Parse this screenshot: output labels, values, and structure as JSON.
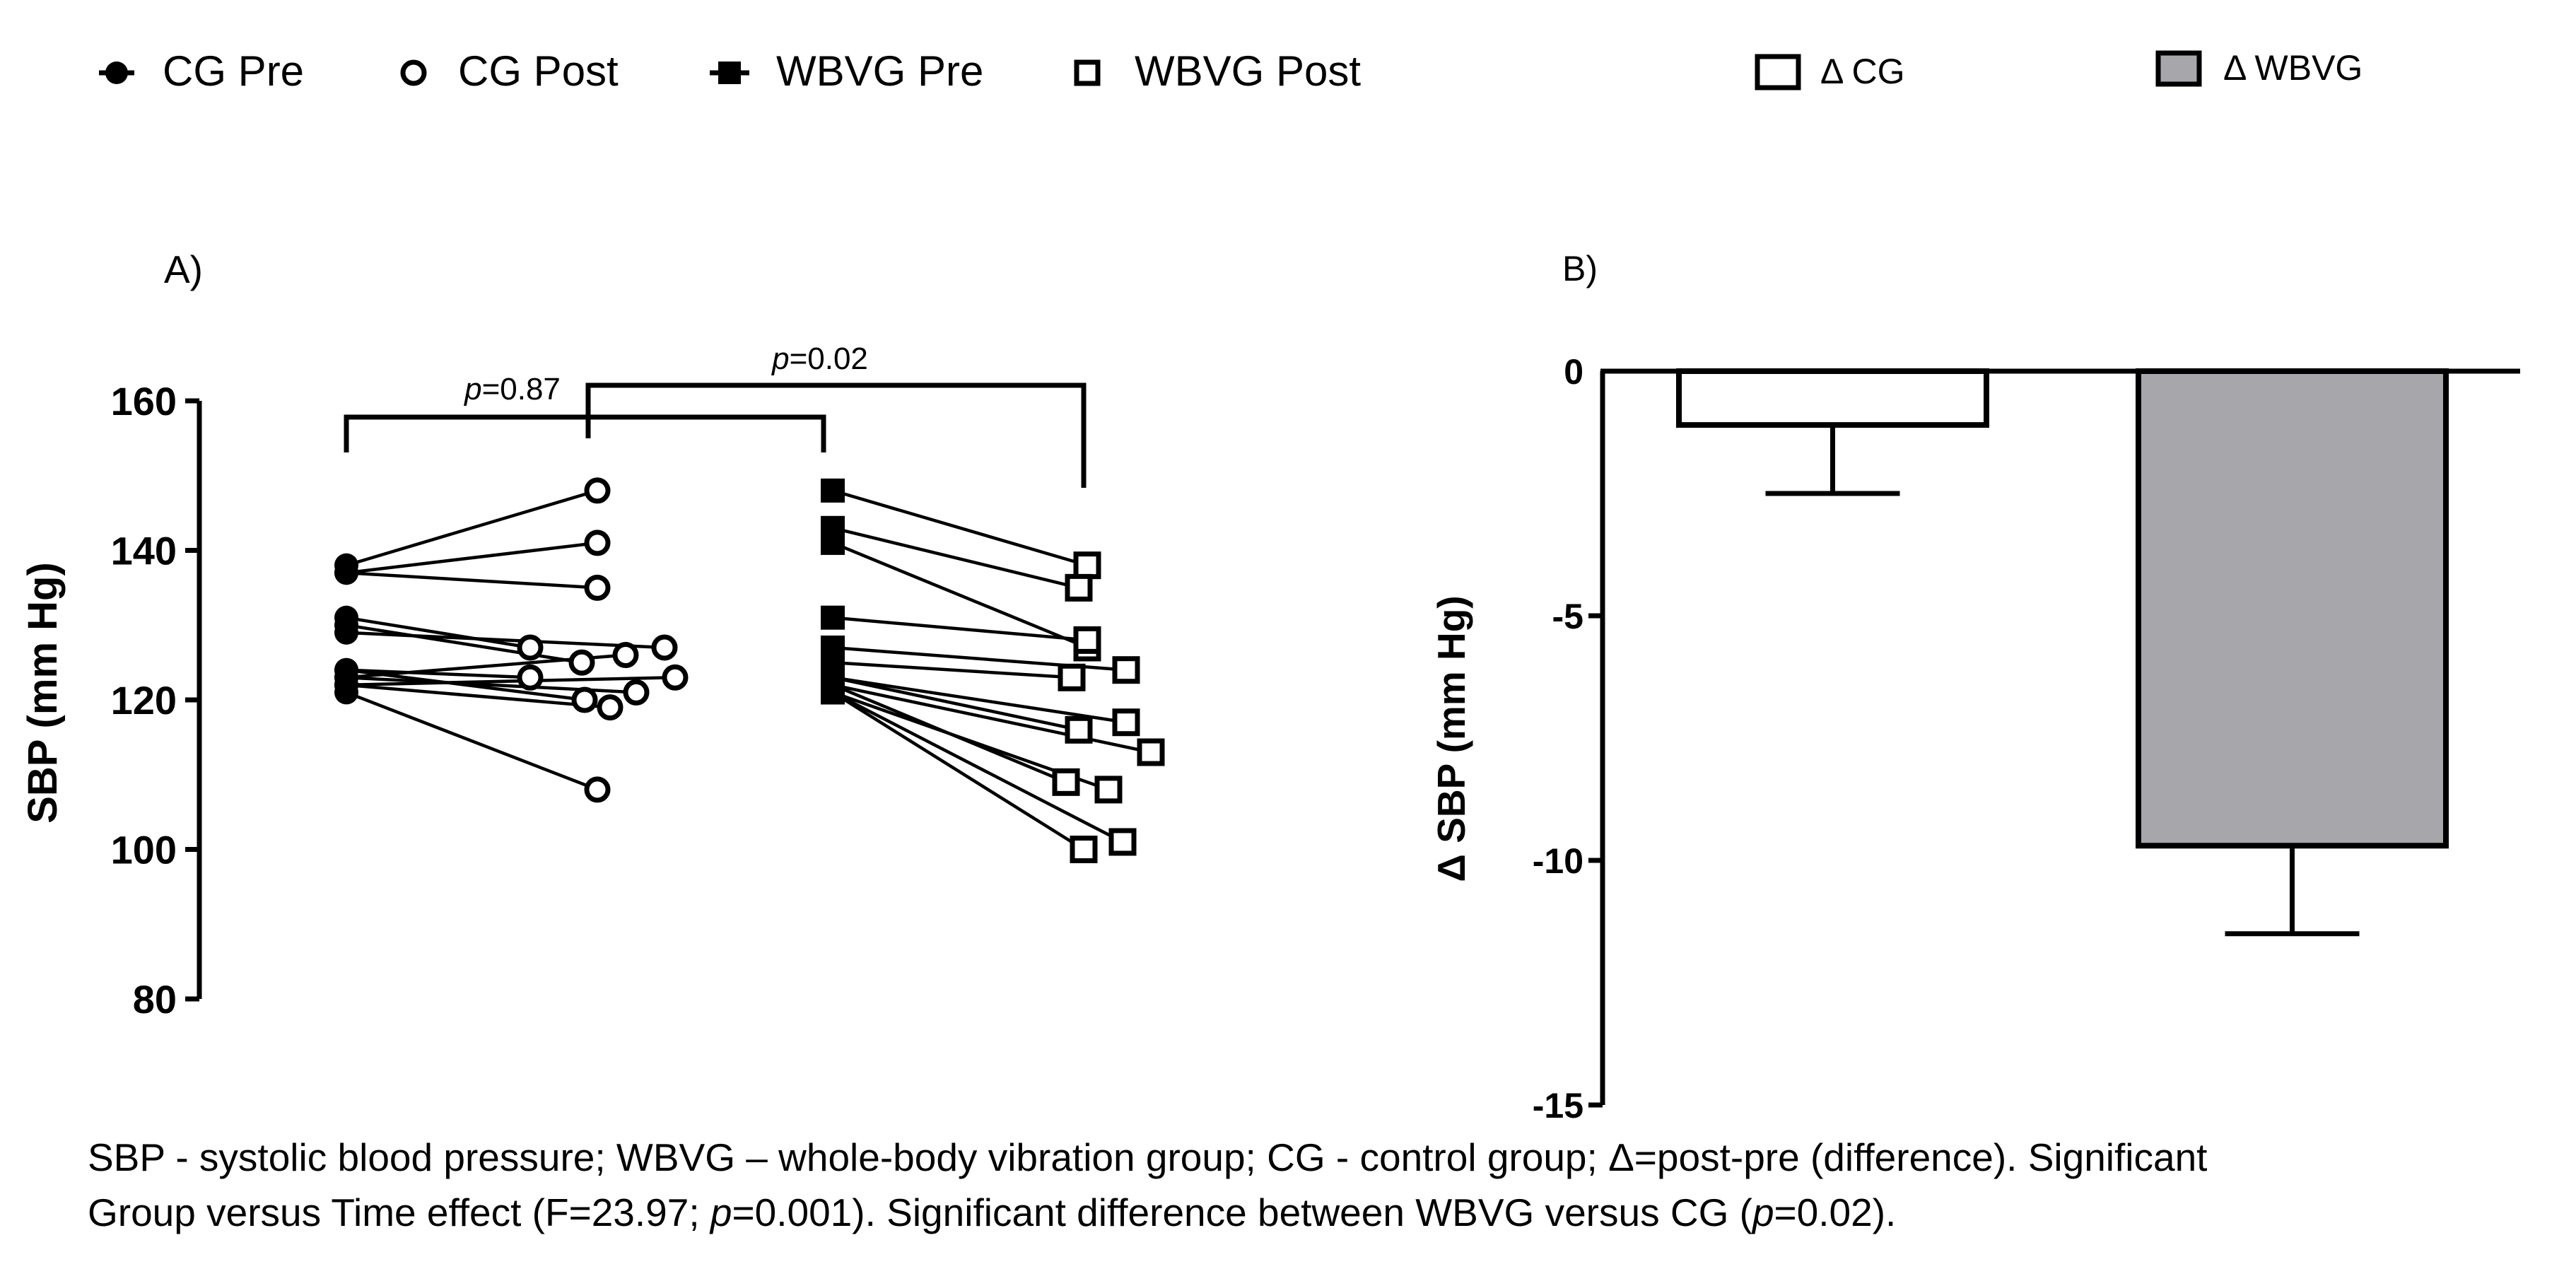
{
  "legend": [
    {
      "label": "CG Pre",
      "marker": "filled-circle-icon"
    },
    {
      "label": "CG Post",
      "marker": "open-circle-icon"
    },
    {
      "label": "WBVG Pre",
      "marker": "filled-square-icon"
    },
    {
      "label": "WBVG Post",
      "marker": "open-square-icon"
    },
    {
      "label": "Δ CG",
      "marker": "open-box-icon"
    },
    {
      "label": "Δ WBVG",
      "marker": "gray-box-icon"
    }
  ],
  "colors": {
    "ink": "#000000",
    "delta_wbvg_fill": "#a6a6ab",
    "delta_cg_fill": "#ffffff"
  },
  "caption": {
    "line1a": "SBP - systolic blood pressure; WBVG – whole-body vibration group; CG - control group; Δ=post-pre (difference). Significant",
    "line2a": "Group versus Time effect (F=23.97; ",
    "line2b": "p",
    "line2c": "=0.001). Significant difference between WBVG versus CG (",
    "line2d": "p",
    "line2e": "=0.02)."
  },
  "chart_data": [
    {
      "panel_label": "A)",
      "type": "scatter",
      "ylabel": "SBP (mm Hg)",
      "ylim": [
        80,
        160
      ],
      "yticks": [
        80,
        100,
        120,
        140,
        160
      ],
      "groups": [
        {
          "name": "CG",
          "pre_label": "CG Pre",
          "post_label": "CG Post",
          "pairs": [
            [
              138,
              148
            ],
            [
              137,
              141
            ],
            [
              137,
              135
            ],
            [
              131,
              127
            ],
            [
              130,
              125
            ],
            [
              129,
              127
            ],
            [
              124,
              123
            ],
            [
              124,
              120
            ],
            [
              123,
              126
            ],
            [
              123,
              121
            ],
            [
              122,
              119
            ],
            [
              122,
              123
            ],
            [
              121,
              108
            ]
          ]
        },
        {
          "name": "WBVG",
          "pre_label": "WBVG Pre",
          "post_label": "WBVG Post",
          "pairs": [
            [
              148,
              138
            ],
            [
              143,
              135
            ],
            [
              141,
              127
            ],
            [
              131,
              128
            ],
            [
              127,
              124
            ],
            [
              125,
              123
            ],
            [
              123,
              116
            ],
            [
              123,
              117
            ],
            [
              122,
              113
            ],
            [
              122,
              109
            ],
            [
              121,
              108
            ],
            [
              121,
              101
            ],
            [
              121,
              100
            ]
          ]
        }
      ],
      "annotations": [
        {
          "prefix": "p",
          "text": "=0.87",
          "between": [
            "CG Pre",
            "WBVG Pre"
          ]
        },
        {
          "prefix": "p",
          "text": "=0.02",
          "between": [
            "CG Post",
            "WBVG Post"
          ]
        }
      ]
    },
    {
      "panel_label": "B)",
      "type": "bar",
      "ylabel": "Δ SBP (mm Hg)",
      "ylim": [
        -15,
        0
      ],
      "yticks": [
        0,
        -5,
        -10,
        -15
      ],
      "categories": [
        "Δ CG",
        "Δ WBVG"
      ],
      "values": [
        -1.1,
        -9.7
      ],
      "errors": [
        1.4,
        1.8
      ]
    }
  ]
}
